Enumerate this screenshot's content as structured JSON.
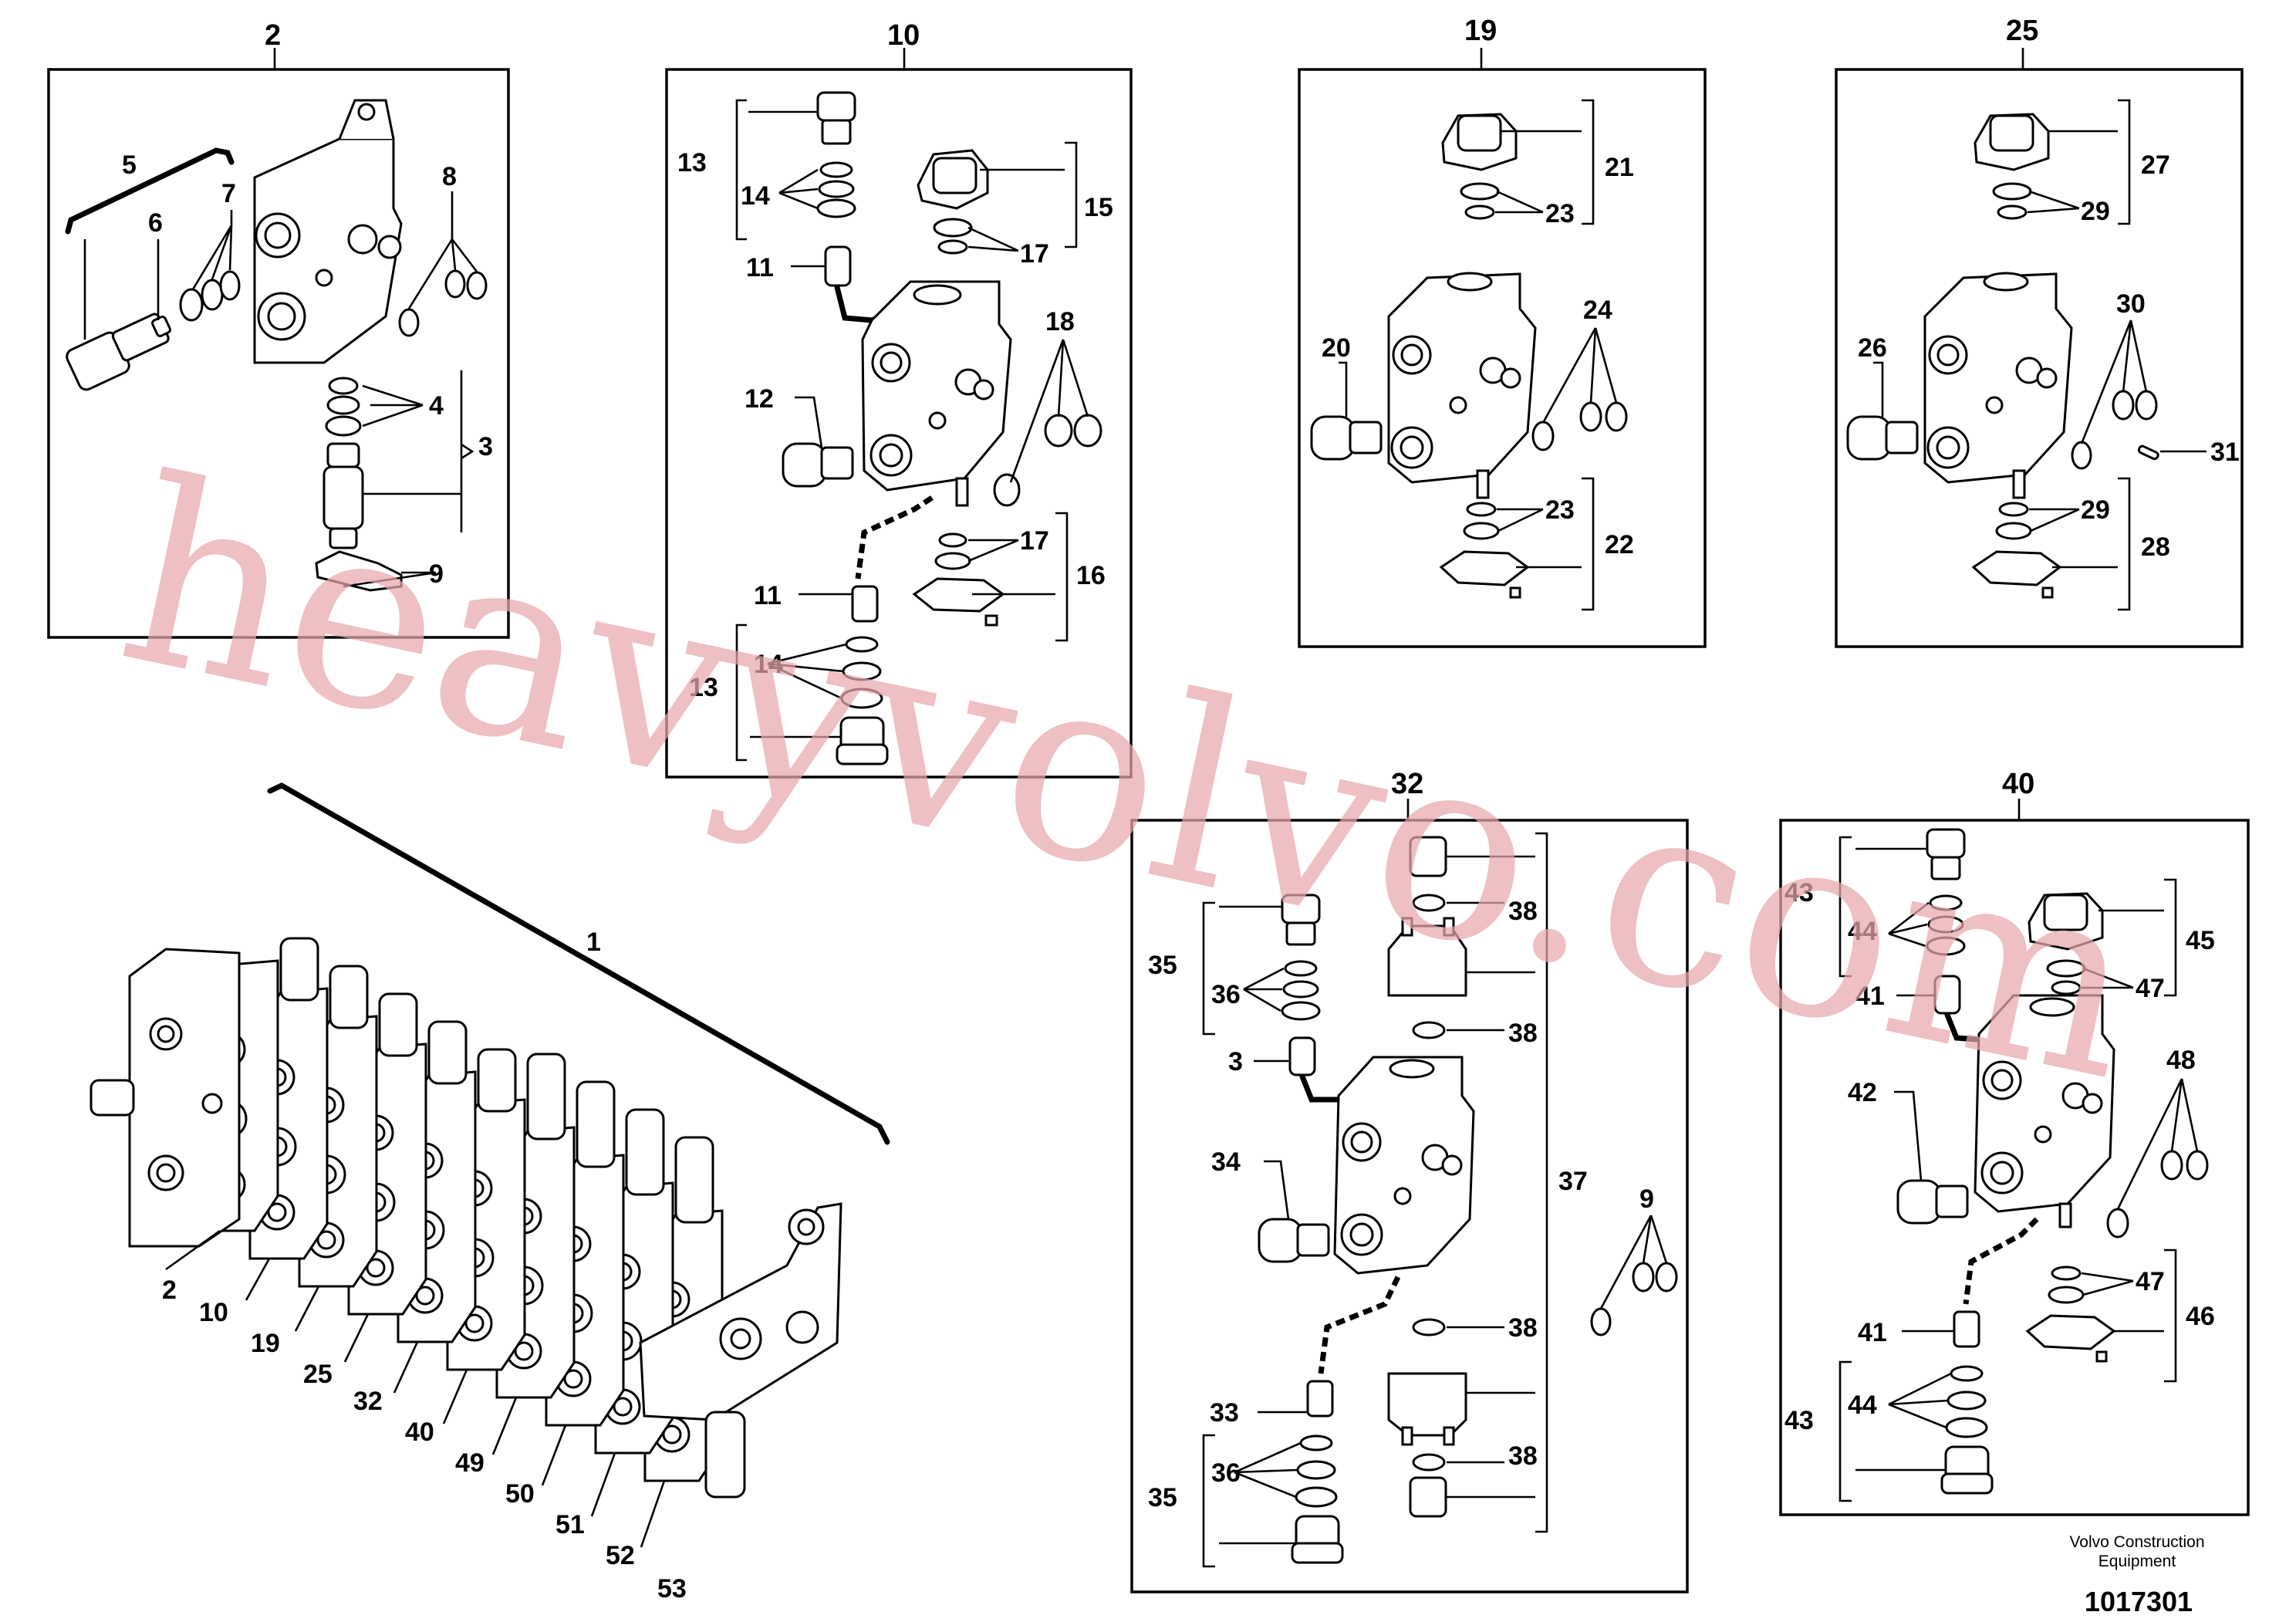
{
  "diagram": {
    "panel_headers": {
      "p2": "2",
      "p10": "10",
      "p19": "19",
      "p25": "25",
      "p32": "32",
      "p40": "40"
    },
    "overview_label": "1",
    "bottom_labels": [
      "2",
      "10",
      "19",
      "25",
      "32",
      "40",
      "49",
      "50",
      "51",
      "52",
      "53"
    ],
    "panel2": {
      "l5": "5",
      "l6": "6",
      "l7": "7",
      "l8": "8",
      "l4": "4",
      "l3": "3",
      "l9": "9"
    },
    "panel10": {
      "l13a": "13",
      "l14a": "14",
      "l15": "15",
      "l17a": "17",
      "l11a": "11",
      "l18": "18",
      "l12": "12",
      "l17b": "17",
      "l16": "16",
      "l11b": "11",
      "l14b": "14",
      "l13b": "13"
    },
    "panel19": {
      "l21": "21",
      "l23a": "23",
      "l24": "24",
      "l20": "20",
      "l23b": "23",
      "l22": "22"
    },
    "panel25": {
      "l27": "27",
      "l29a": "29",
      "l30": "30",
      "l26": "26",
      "l31": "31",
      "l29b": "29",
      "l28": "28"
    },
    "panel32": {
      "l38a": "38",
      "l35a": "35",
      "l36a": "36",
      "l33a": "3",
      "l38b": "38",
      "l34": "34",
      "l37": "37",
      "l39": "9",
      "l38c": "38",
      "l33b": "33",
      "l36b": "36",
      "l35b": "35",
      "l38d": "38"
    },
    "panel40": {
      "l43a": "43",
      "l44a": "44",
      "l45": "45",
      "l41a": "41",
      "l47a": "47",
      "l48": "48",
      "l42": "42",
      "l47b": "47",
      "l46": "46",
      "l41b": "41",
      "l44b": "44",
      "l43b": "43"
    },
    "credit_line1": "Volvo Construction",
    "credit_line2": "Equipment",
    "doc_number": "1017301",
    "watermark": "heavyvolvo.com"
  }
}
